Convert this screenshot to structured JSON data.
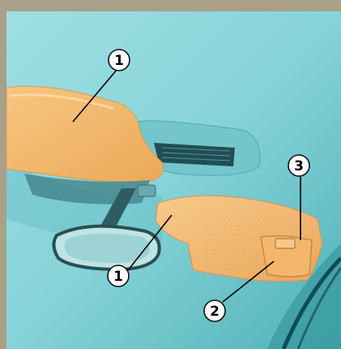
{
  "colors": {
    "frame": "#a8a088",
    "headliner": "#7ecfd4",
    "sun_visor": "#f3b96a",
    "callout_fill": "#ffffff",
    "callout_text": "#000000"
  },
  "callouts": [
    {
      "id": "callout-1-top",
      "label": "1"
    },
    {
      "id": "callout-1-bottom",
      "label": "1"
    },
    {
      "id": "callout-2",
      "label": "2"
    },
    {
      "id": "callout-3",
      "label": "3"
    }
  ]
}
